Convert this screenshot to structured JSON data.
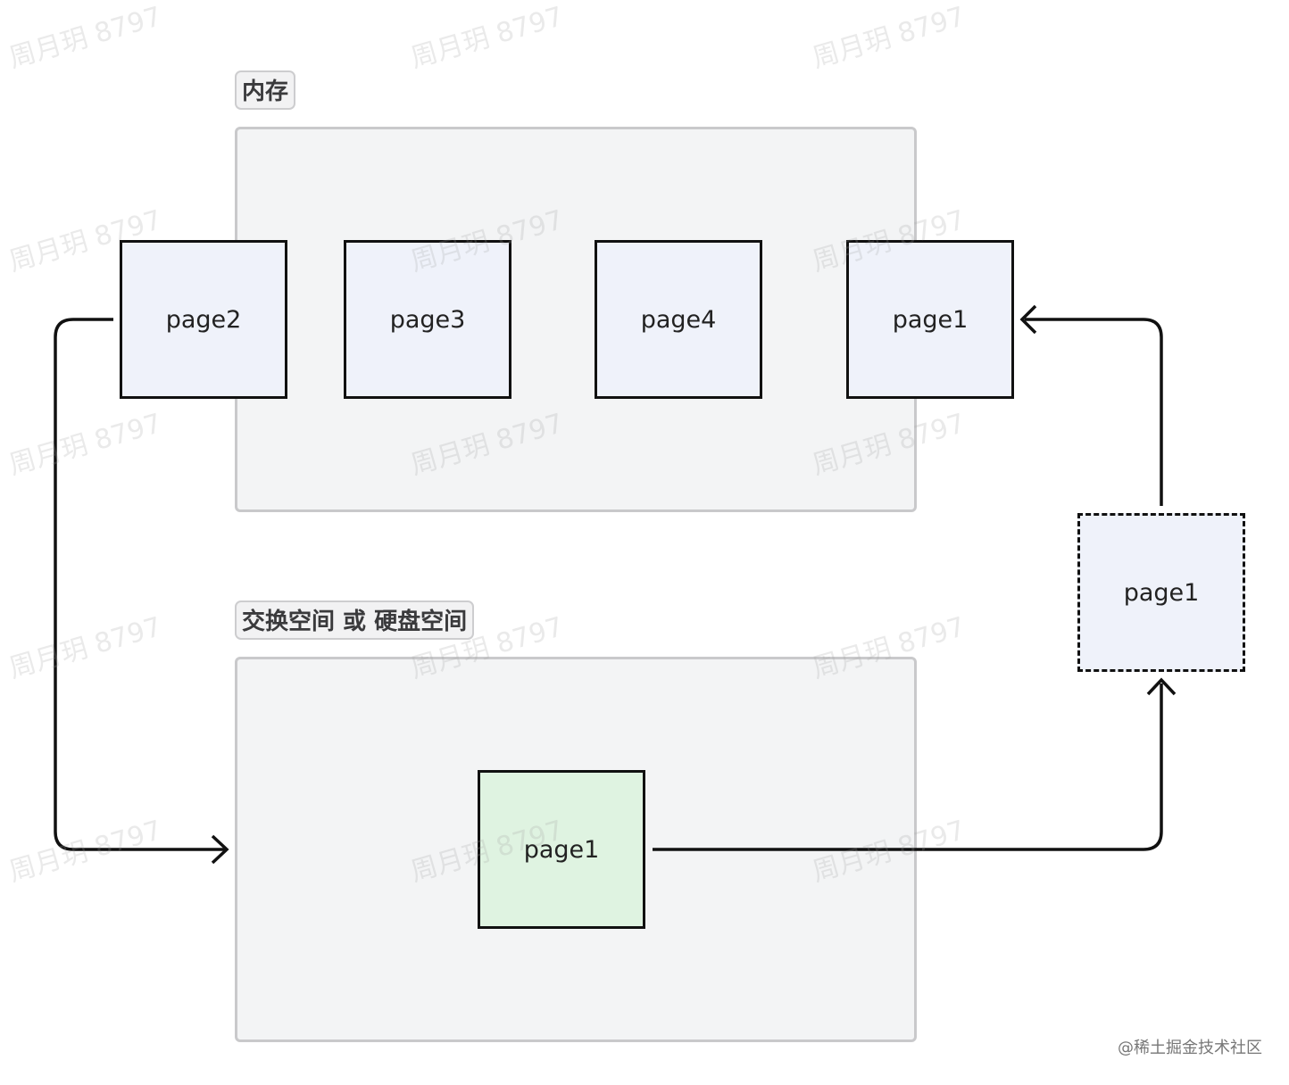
{
  "groups": {
    "memory": {
      "label": "内存"
    },
    "swap": {
      "label": "交换空间 或 硬盘空间"
    }
  },
  "pages": {
    "memory_page2": "page2",
    "memory_page3": "page3",
    "memory_page4": "page4",
    "memory_page1": "page1",
    "swap_page1": "page1",
    "transit_page1": "page1"
  },
  "colors": {
    "page_fill": "#eff2fa",
    "swapped_page_fill": "#dff3e1",
    "group_fill": "#f3f4f5",
    "stroke": "#111111"
  },
  "watermark": "周月玥 8797",
  "footer": "@稀土掘金技术社区"
}
